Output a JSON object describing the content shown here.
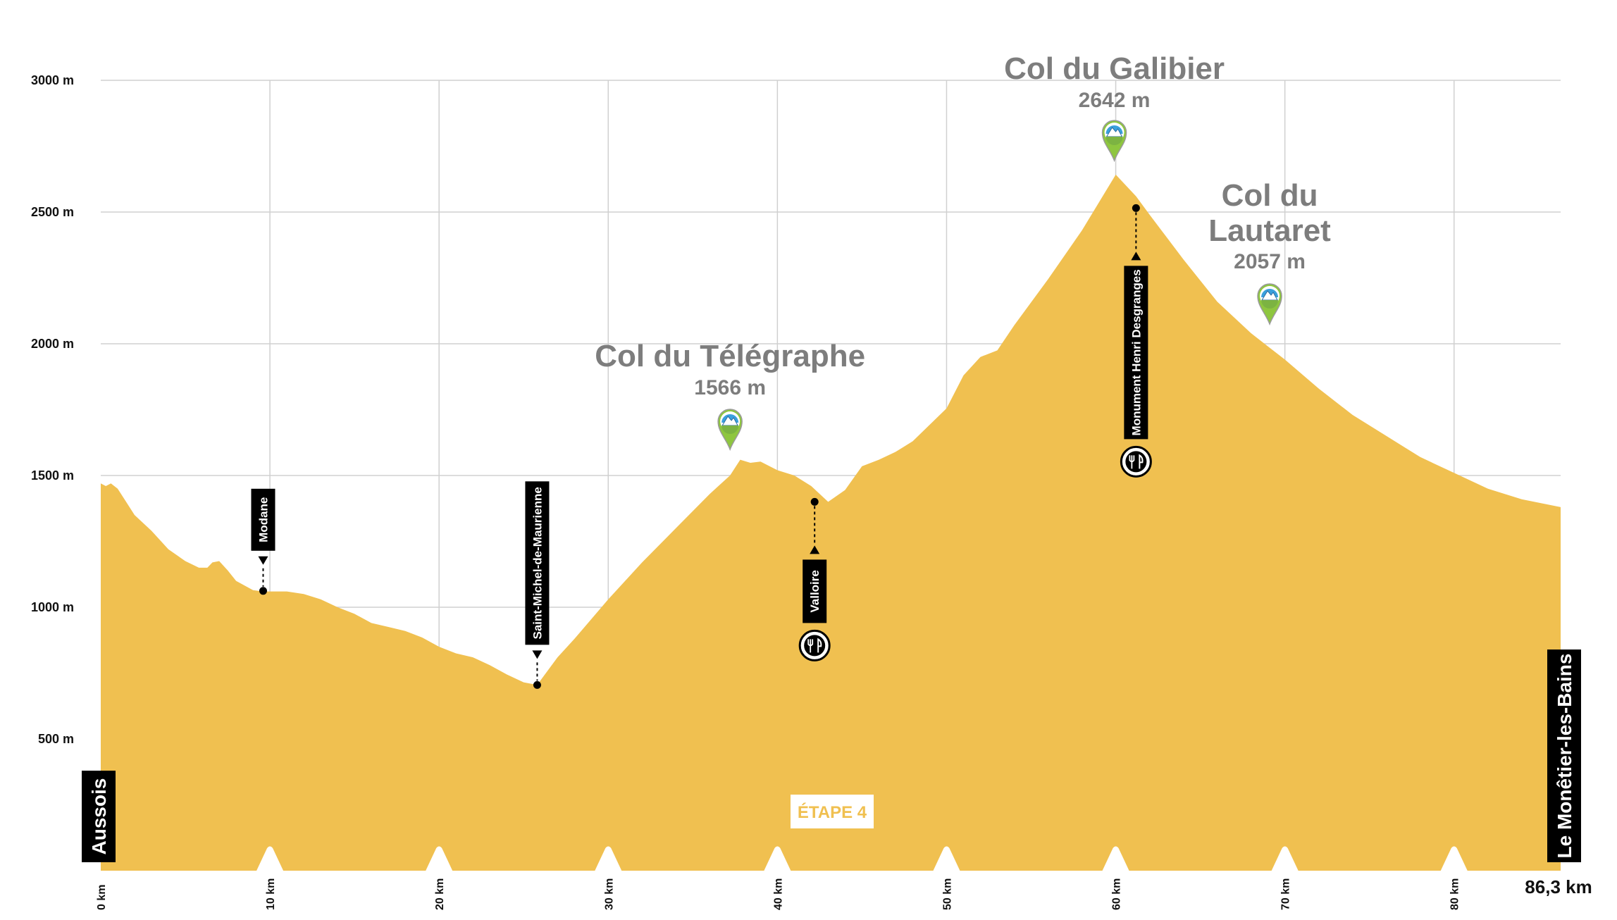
{
  "chart_data": {
    "type": "area",
    "title": "",
    "xlabel": "",
    "ylabel": "",
    "xlim": [
      0,
      86.3
    ],
    "ylim": [
      0,
      3000
    ],
    "grid": true,
    "fill_color": "#f0c050",
    "y_ticks": [
      {
        "value": 500,
        "label": "500 m"
      },
      {
        "value": 1000,
        "label": "1000 m"
      },
      {
        "value": 1500,
        "label": "1500 m"
      },
      {
        "value": 2000,
        "label": "2000 m"
      },
      {
        "value": 2500,
        "label": "2500 m"
      },
      {
        "value": 3000,
        "label": "3000 m"
      }
    ],
    "x_ticks": [
      {
        "value": 0,
        "label": "0 km"
      },
      {
        "value": 10,
        "label": "10 km"
      },
      {
        "value": 20,
        "label": "20 km"
      },
      {
        "value": 30,
        "label": "30 km"
      },
      {
        "value": 40,
        "label": "40 km"
      },
      {
        "value": 50,
        "label": "50 km"
      },
      {
        "value": 60,
        "label": "60 km"
      },
      {
        "value": 70,
        "label": "70 km"
      },
      {
        "value": 80,
        "label": "80 km"
      }
    ],
    "x": [
      0,
      0.3,
      0.6,
      1,
      1.5,
      2,
      3,
      4,
      5,
      5.8,
      6.3,
      6.6,
      7,
      7.5,
      8,
      9,
      9.6,
      11,
      12,
      13,
      14,
      15,
      16,
      17,
      18,
      19,
      20,
      21,
      22,
      23,
      24,
      25,
      25.8,
      27,
      28,
      30,
      32,
      34,
      36,
      37.2,
      37.8,
      38.4,
      39,
      40,
      41,
      42,
      43,
      44,
      45,
      46,
      47,
      48,
      50,
      51,
      52,
      53,
      54,
      56,
      58,
      60,
      61.2,
      62,
      64,
      66,
      68,
      69,
      70,
      72,
      74,
      76,
      78,
      80,
      82,
      84,
      86.3
    ],
    "y": [
      1470,
      1460,
      1470,
      1450,
      1400,
      1350,
      1290,
      1220,
      1175,
      1150,
      1150,
      1170,
      1175,
      1140,
      1100,
      1065,
      1060,
      1060,
      1050,
      1030,
      1000,
      975,
      940,
      925,
      910,
      885,
      850,
      825,
      810,
      780,
      745,
      715,
      705,
      810,
      880,
      1030,
      1170,
      1300,
      1430,
      1500,
      1560,
      1548,
      1553,
      1520,
      1500,
      1460,
      1400,
      1445,
      1535,
      1560,
      1590,
      1630,
      1755,
      1880,
      1950,
      1975,
      2070,
      2245,
      2430,
      2642,
      2560,
      2490,
      2320,
      2160,
      2040,
      1990,
      1940,
      1830,
      1730,
      1650,
      1570,
      1510,
      1450,
      1410,
      1380
    ],
    "summits": [
      {
        "name": "Col du Télégraphe",
        "altitude": "1566 m",
        "km": 37.2
      },
      {
        "name_lines": [
          "Col du",
          "Lautaret"
        ],
        "altitude": "2057 m",
        "km": 69.1
      },
      {
        "name": "Col du Galibier",
        "altitude": "2642 m",
        "km": 60.0
      }
    ],
    "waypoints": [
      {
        "name": "Modane",
        "km": 9.6,
        "elev": 1062,
        "label_side": "above",
        "food": false
      },
      {
        "name": "Saint-Michel-de-Maurienne",
        "km": 25.8,
        "elev": 705,
        "label_side": "above",
        "food": false
      },
      {
        "name": "Valloire",
        "km": 42.2,
        "elev": 1400,
        "label_side": "below",
        "food": true
      },
      {
        "name": "Monument Henri Desgranges",
        "km": 61.2,
        "elev": 2515,
        "label_side": "below",
        "food": true
      }
    ],
    "start": "Aussois",
    "finish": "Le Monêtier-les-Bains",
    "stage_label": "ÉTAPE 4",
    "distance_label": "86,3 km"
  }
}
